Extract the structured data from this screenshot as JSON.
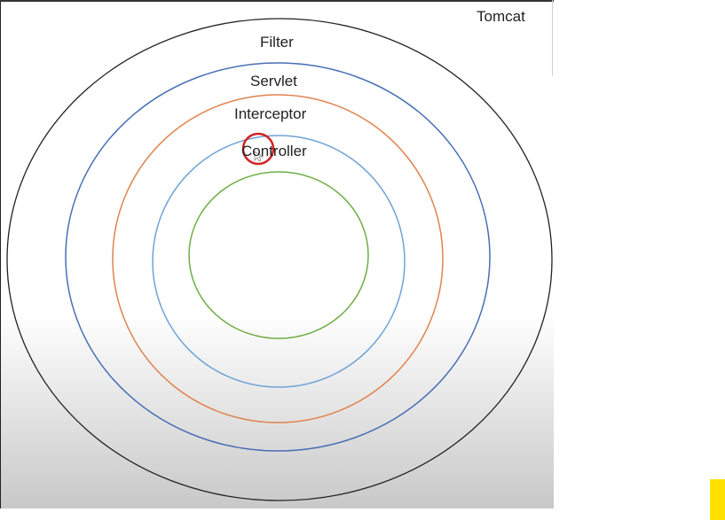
{
  "labels": {
    "outer": "Tomcat",
    "filter": "Filter",
    "servlet": "Servlet",
    "interceptor": "Interceptor",
    "controller": "Controller"
  },
  "colors": {
    "tomcat_ring": "#222222",
    "servlet_ring": "#4a6fb5",
    "interceptor_ring": "#e0834e",
    "controller_ring": "#6fa3d6",
    "core_ring": "#70ad47",
    "cursor_highlight": "#d42020",
    "accent_bar": "#ffe100"
  }
}
